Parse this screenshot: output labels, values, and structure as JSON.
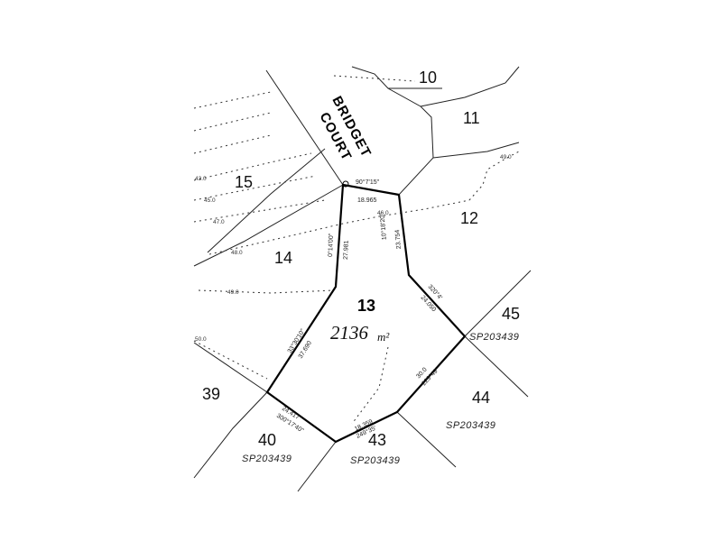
{
  "map": {
    "road_name_line1": "BRIDGET",
    "road_name_line2": "COURT",
    "subject_lot": {
      "number": "13",
      "area": "2136",
      "area_unit": "m²"
    },
    "neighbour_lots": [
      "10",
      "11",
      "12",
      "14",
      "15",
      "39",
      "40",
      "43",
      "44",
      "45"
    ],
    "plan_refs": [
      "SP203439",
      "SP203439",
      "SP203439",
      "SP203439"
    ],
    "dimensions": {
      "frontage": "18.965",
      "frontage_bearing": "90°7'15\"",
      "west_length": "27.981",
      "west_bearing": "0°14'00\"",
      "east_length": "23.754",
      "east_bearing": "10°18'20\"",
      "east_lower_length": "24.050",
      "east_lower_bearing": "320°4'",
      "southeast_length": "30.0",
      "southeast_bearing": "229°49'",
      "south_length": "18.359",
      "south_bearing": "249°35'",
      "southwest_length": "24.417",
      "southwest_bearing": "300°17'40\"",
      "west_lower_length": "37.690",
      "west_lower_bearing": "33°30'10\""
    },
    "contours": [
      "43.0",
      "45.0",
      "47.0",
      "48.0",
      "46.0",
      "49.0",
      "50.0",
      "49.0"
    ]
  }
}
